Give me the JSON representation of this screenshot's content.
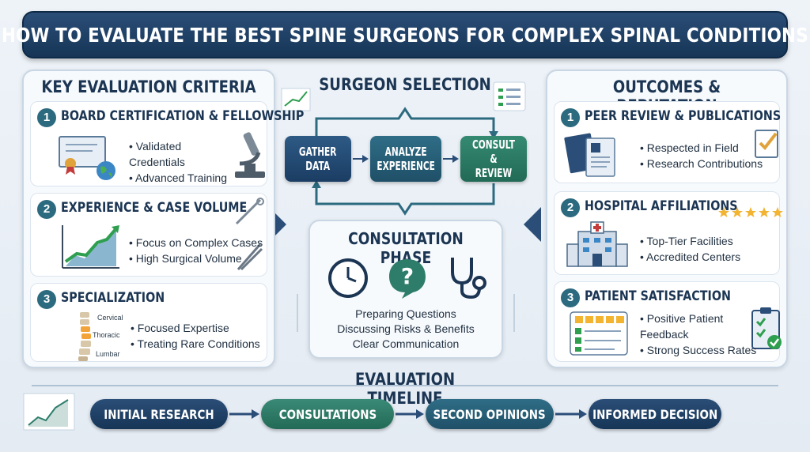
{
  "title": "HOW TO EVALUATE THE BEST SPINE SURGEONS FOR COMPLEX SPINAL CONDITIONS",
  "left_panel": {
    "title": "KEY EVALUATION CRITERIA",
    "sections": [
      {
        "num": "1",
        "title": "BOARD CERTIFICATION & FELLOWSHIP",
        "bullets": [
          "Validated",
          "Credentials",
          "Advanced Training"
        ]
      },
      {
        "num": "2",
        "title": "EXPERIENCE & CASE VOLUME",
        "bullets": [
          "Focus on Complex Cases",
          "High Surgical Volume"
        ]
      },
      {
        "num": "3",
        "title": "SPECIALIZATION",
        "bullets": [
          "Focused Expertise",
          "Treating Rare Conditions"
        ],
        "spine_labels": [
          "Cervical",
          "Thoracic",
          "Lumbar"
        ]
      }
    ]
  },
  "center": {
    "title": "SURGEON SELECTION",
    "steps": [
      {
        "line1": "GATHER",
        "line2": "DATA"
      },
      {
        "line1": "ANALYZE",
        "line2": "EXPERIENCE"
      },
      {
        "line1": "CONSULT",
        "line2": "& REVIEW"
      }
    ],
    "consultation": {
      "title": "CONSULTATION PHASE",
      "lines": [
        "Preparing Questions",
        "Discussing Risks & Benefits",
        "Clear Communication"
      ]
    }
  },
  "right_panel": {
    "title": "OUTCOMES & REPUTATION",
    "sections": [
      {
        "num": "1",
        "title": "PEER REVIEW & PUBLICATIONS",
        "bullets": [
          "Respected in Field",
          "Research Contributions"
        ]
      },
      {
        "num": "2",
        "title": "HOSPITAL AFFILIATIONS",
        "bullets": [
          "Top-Tier Facilities",
          "Accredited Centers"
        ]
      },
      {
        "num": "3",
        "title": "PATIENT SATISFACTION",
        "bullets": [
          "Positive Patient",
          "Feedback",
          "Strong Success Rates"
        ]
      }
    ]
  },
  "timeline": {
    "title": "EVALUATION TIMELINE",
    "steps": [
      "INITIAL RESEARCH",
      "CONSULTATIONS",
      "SECOND OPINIONS",
      "INFORMED DECISION"
    ]
  },
  "colors": {
    "navy": "#163556",
    "teal": "#2c6a7f",
    "green": "#2e7d6b",
    "star": "#f2b431"
  },
  "icons": [
    "certificate-icon",
    "globe-icon",
    "microscope-icon",
    "growth-chart-icon",
    "scalpel-icon",
    "forceps-icon",
    "spine-icon",
    "journal-icon",
    "checklist-icon",
    "hospital-icon",
    "star-rating-icon",
    "clipboard-icon",
    "clock-icon",
    "question-icon",
    "stethoscope-icon"
  ]
}
